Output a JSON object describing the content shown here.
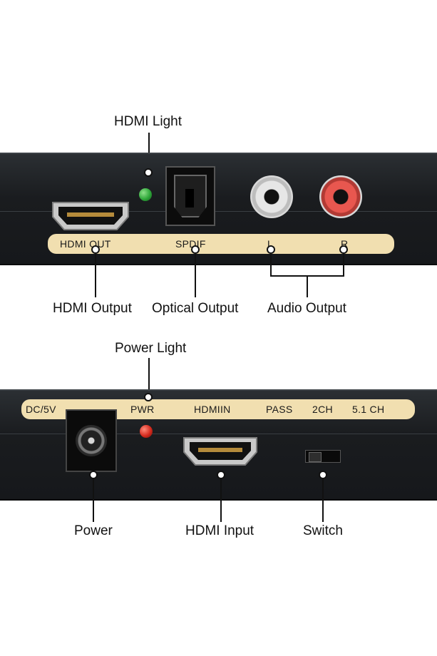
{
  "top_device": {
    "plate_labels": {
      "hdmi_out": "HDMI OUT",
      "spdif": "SPDIF",
      "left": "L",
      "right": "R"
    },
    "callouts": {
      "hdmi_light": "HDMI Light",
      "hdmi_output": "HDMI Output",
      "optical_output": "Optical Output",
      "audio_output": "Audio Output"
    },
    "led_color": "#2fa83a",
    "rca_left_color": "#f2f2f2",
    "rca_right_color": "#e8574f"
  },
  "bottom_device": {
    "plate_labels": {
      "dc": "DC/5V",
      "pwr": "PWR",
      "hdmi_in": "HDMIIN",
      "pass": "PASS",
      "ch2": "2CH",
      "ch51": "5.1 CH"
    },
    "callouts": {
      "power_light": "Power Light",
      "power": "Power",
      "hdmi_input": "HDMI Input",
      "switch": "Switch"
    },
    "led_color": "#d42a1e"
  },
  "colors": {
    "panel": "#1c1e21",
    "plate": "#f1dfb0"
  }
}
